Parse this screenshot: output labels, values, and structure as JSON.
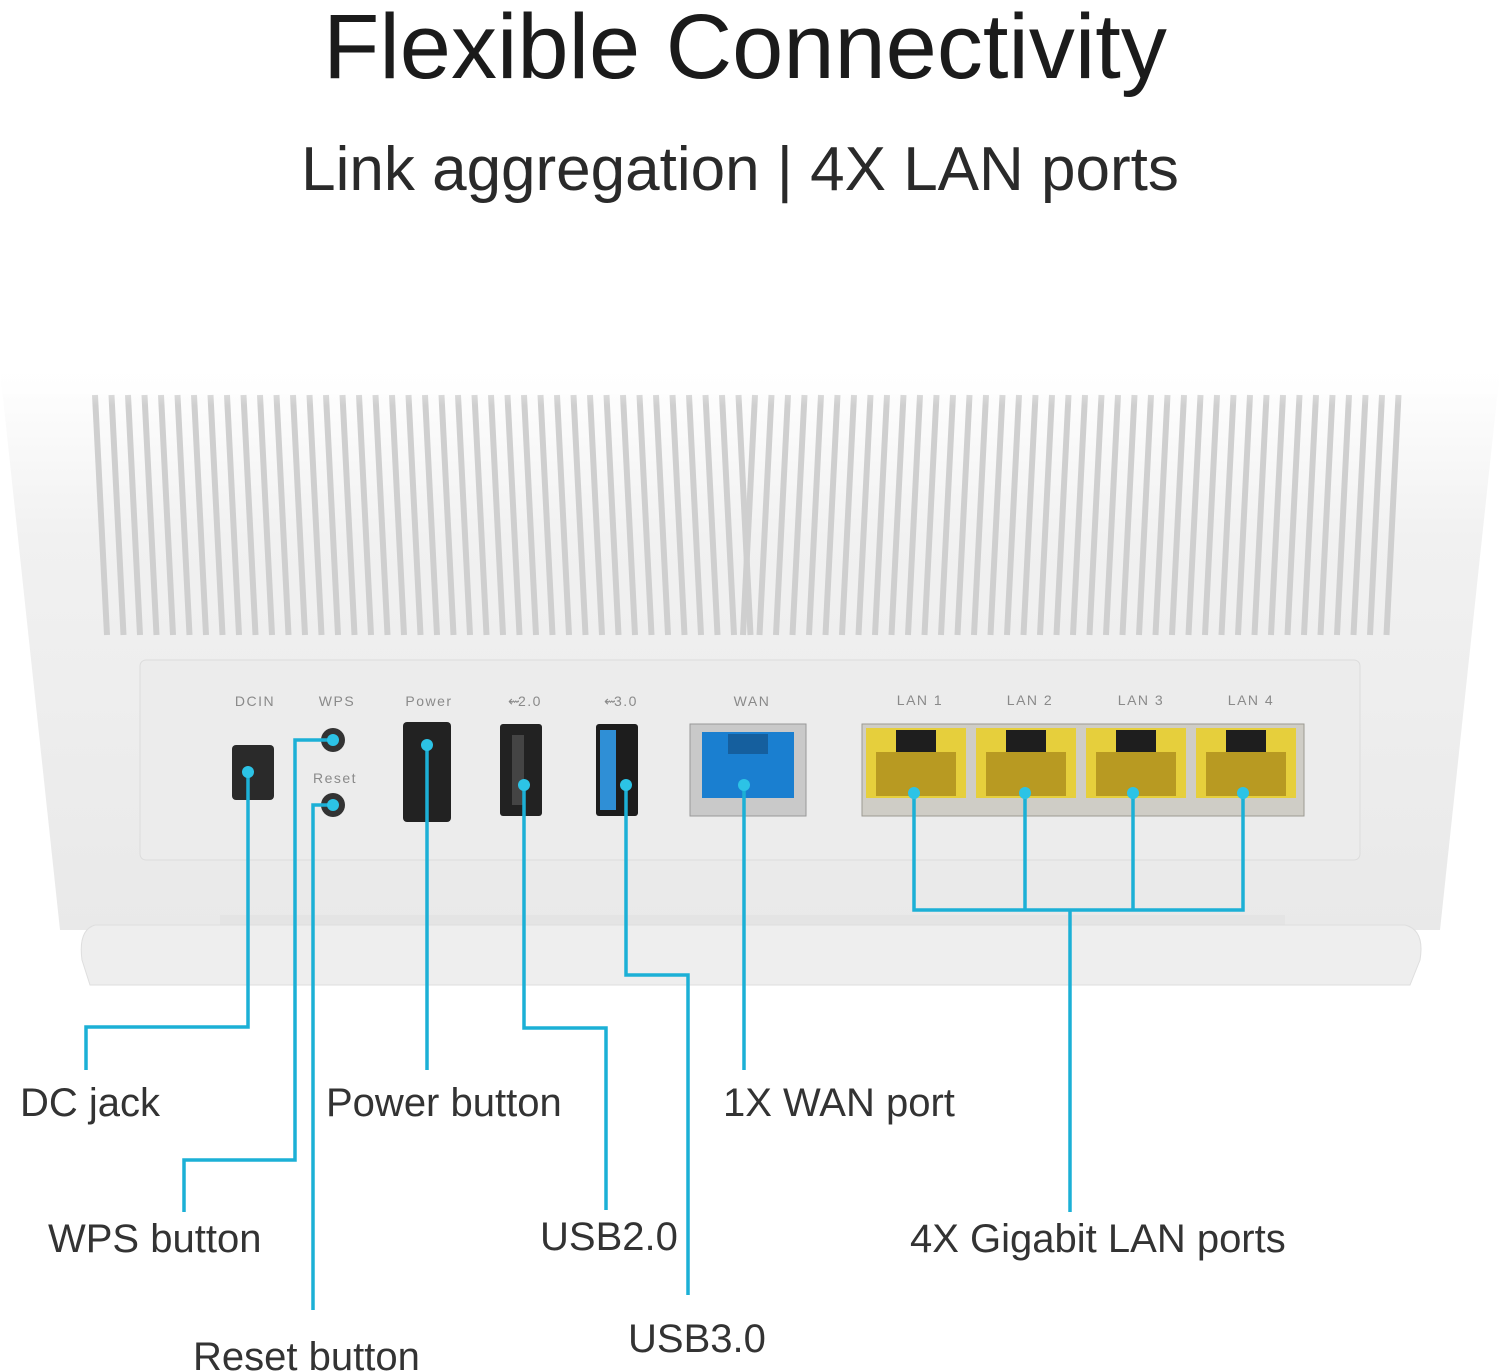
{
  "header": {
    "title": "Flexible Connectivity",
    "subtitle": "Link aggregation | 4X LAN ports"
  },
  "device": {
    "port_labels": {
      "dcin": "DCIN",
      "wps": "WPS",
      "reset": "Reset",
      "power": "Power",
      "usb2": "2.0",
      "usb3": "3.0",
      "wan": "WAN",
      "lan1": "LAN 1",
      "lan2": "LAN 2",
      "lan3": "LAN 3",
      "lan4": "LAN 4"
    }
  },
  "callouts": {
    "dc_jack": "DC jack",
    "wps_button": "WPS button",
    "reset_button": "Reset button",
    "power_button": "Power button",
    "usb2": "USB2.0",
    "usb3": "USB3.0",
    "wan_port": "1X WAN port",
    "lan_ports": "4X Gigabit LAN ports"
  },
  "colors": {
    "leader": "#1cb0d6",
    "wan_port": "#1a7fd0",
    "lan_port": "#e6cf3c",
    "usb3": "#2f8fd6"
  }
}
